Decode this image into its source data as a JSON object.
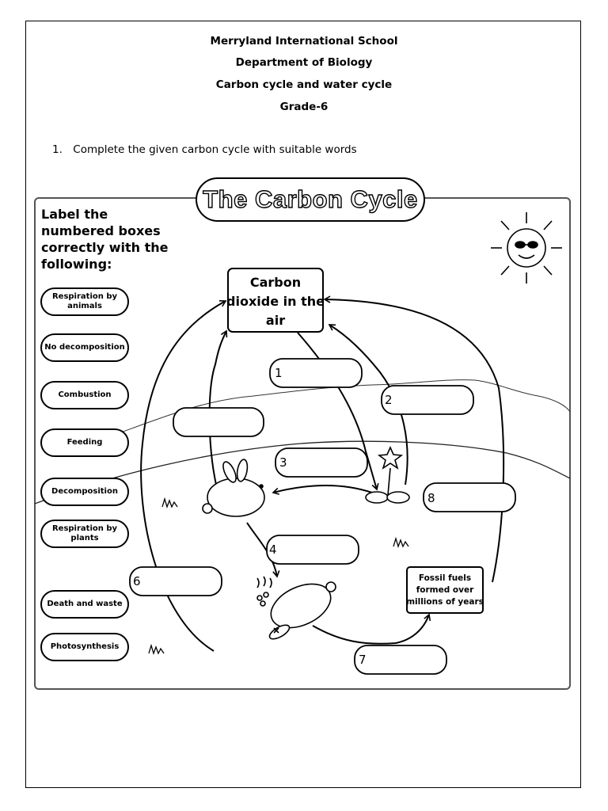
{
  "header": {
    "school": "Merryland International School",
    "department": "Department of Biology",
    "topic": "Carbon cycle and water cycle",
    "grade": "Grade-6"
  },
  "question": {
    "number": "1.",
    "text": "Complete the given carbon cycle with suitable words"
  },
  "worksheet": {
    "title": "The Carbon Cycle",
    "instruction": "Label the numbered boxes correctly with the following:",
    "word_bank": [
      "Respiration by animals",
      "No decomposition",
      "Combustion",
      "Feeding",
      "Decomposition",
      "Respiration by plants",
      "Death and waste",
      "Photosynthesis"
    ],
    "center_box": {
      "line1": "Carbon",
      "line2": "dioxide in the",
      "line3": "air"
    },
    "fossil_box": {
      "line1": "Fossil fuels",
      "line2": "formed over",
      "line3": "millions of years"
    },
    "blank_numbers": [
      "1",
      "2",
      "3",
      "4",
      "6",
      "7",
      "8"
    ]
  }
}
